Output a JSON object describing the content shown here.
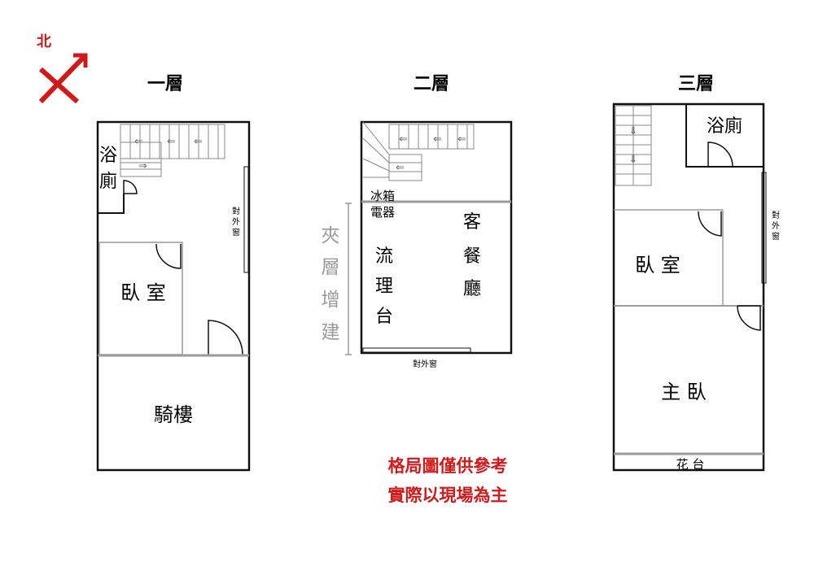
{
  "compass": {
    "label": "北",
    "icon": "north-compass-icon",
    "color": "#d11919"
  },
  "floors": [
    {
      "title": "一層",
      "rooms": {
        "bath_top": "浴",
        "bath_bottom": "廁",
        "bedroom": "臥 室",
        "arcade": "騎樓"
      },
      "window": [
        "對",
        "外",
        "窗"
      ]
    },
    {
      "title": "二層",
      "rooms": {
        "fridge_line1": "冰箱",
        "fridge_line2": "電器",
        "kitchen": [
          "流",
          "理",
          "台"
        ],
        "dining": [
          "客",
          "餐",
          "廳"
        ]
      },
      "window": "對外窗",
      "mezzanine": [
        "夾",
        "層",
        "增",
        "建"
      ]
    },
    {
      "title": "三層",
      "rooms": {
        "bath": "浴廁",
        "bedroom": "臥 室",
        "master": "主 臥",
        "planter": "花 台"
      },
      "window": [
        "對",
        "外",
        "窗"
      ]
    }
  ],
  "notes": [
    "格局圖僅供參考",
    "實際以現場為主"
  ],
  "colors": {
    "wall": "#111111",
    "partition": "#9a9a9a",
    "accent": "#d11919",
    "stair": "#888888"
  }
}
